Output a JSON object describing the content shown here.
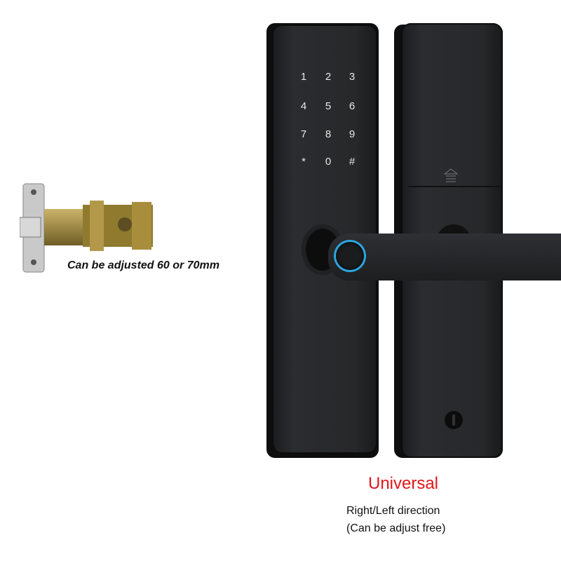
{
  "latch": {
    "caption": "Can be adjusted 60 or 70mm"
  },
  "keypad": {
    "keys": [
      "1",
      "2",
      "3",
      "4",
      "5",
      "6",
      "7",
      "8",
      "9",
      "*",
      "0",
      "#"
    ]
  },
  "headline": {
    "text": "Universal",
    "color": "#e0161b"
  },
  "direction": {
    "line1": "Right/Left direction",
    "line2": "(Can be adjust free)"
  },
  "colors": {
    "lock_body": "#27282a",
    "fingerprint_ring": "#2aa7e0"
  }
}
